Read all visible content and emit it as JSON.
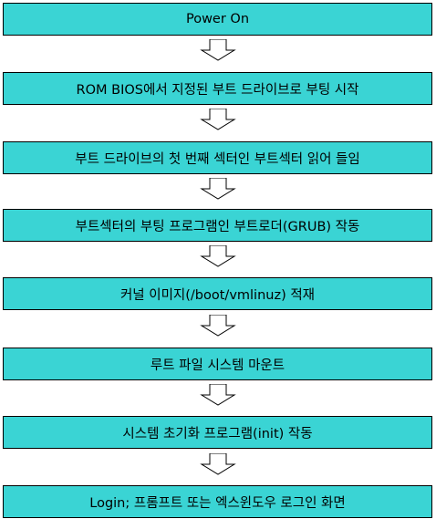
{
  "colors": {
    "box_fill": "#3ad4d4",
    "box_border": "#000000",
    "arrow_fill": "#ffffff",
    "arrow_stroke": "#000000"
  },
  "steps": [
    {
      "label": "Power On"
    },
    {
      "label": "ROM BIOS에서 지정된 부트 드라이브로 부팅 시작"
    },
    {
      "label": "부트 드라이브의 첫 번째 섹터인 부트섹터 읽어 들임"
    },
    {
      "label": "부트섹터의 부팅 프로그램인 부트로더(GRUB) 작동"
    },
    {
      "label": "커널 이미지(/boot/vmlinuz) 적재"
    },
    {
      "label": "루트 파일 시스템 마운트"
    },
    {
      "label": "시스템 초기화 프로그램(init) 작동"
    },
    {
      "label": "Login; 프롬프트 또는 엑스윈도우 로그인 화면"
    }
  ],
  "arrow_icon": "down-arrow-icon"
}
